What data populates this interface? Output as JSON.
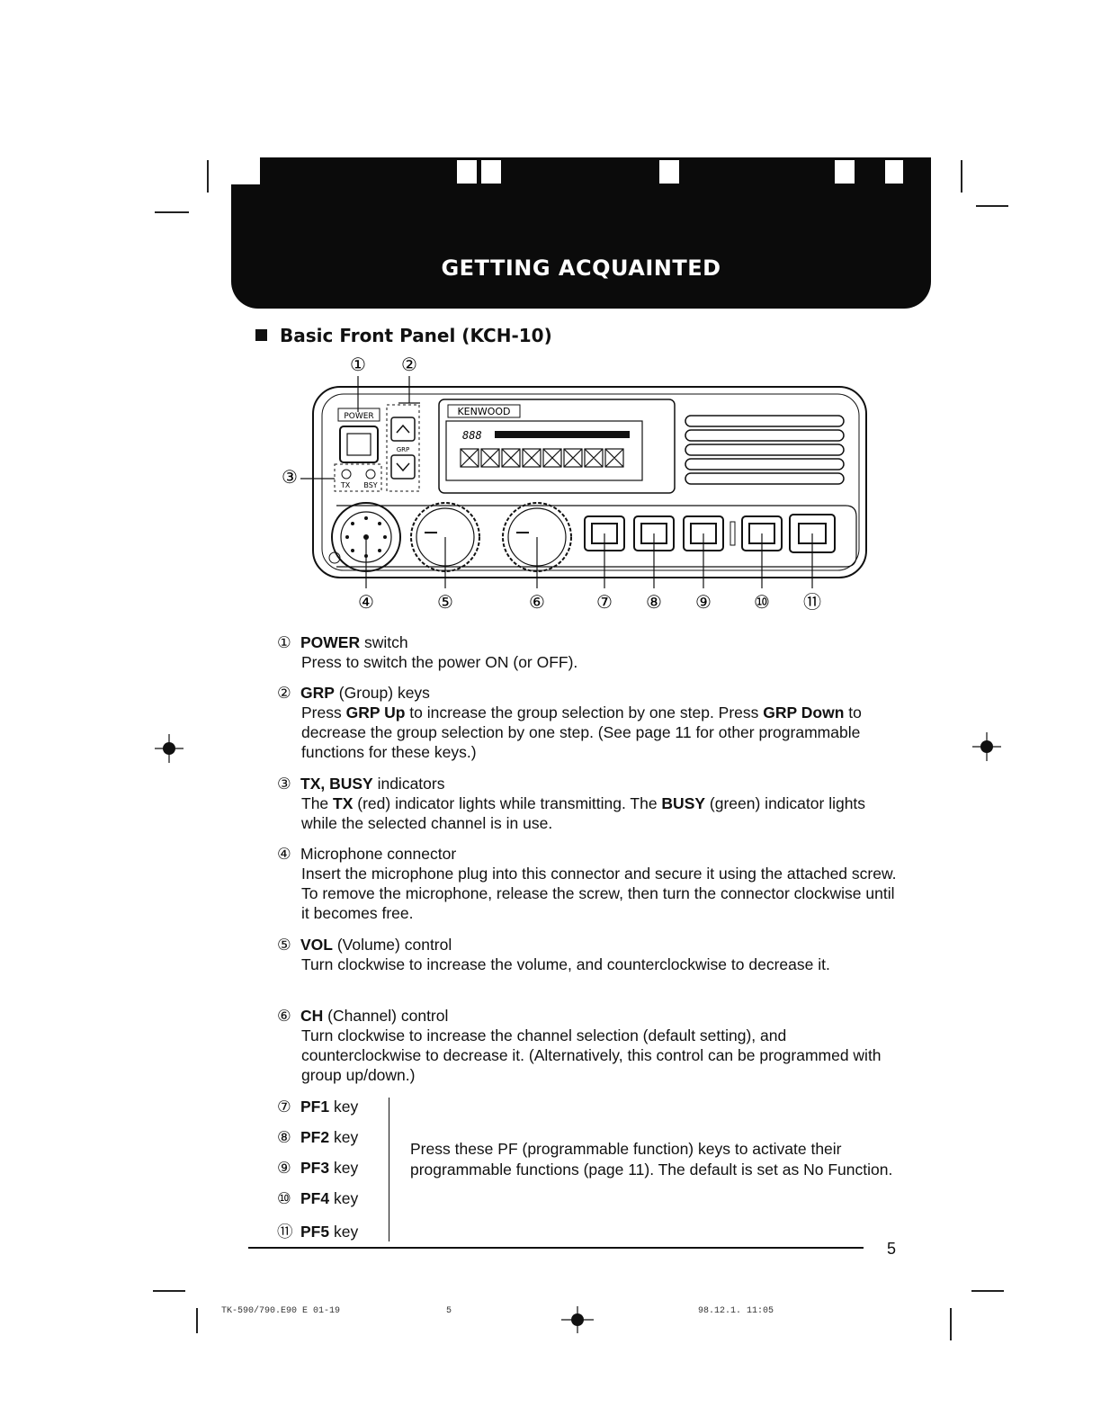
{
  "header": {
    "title": "GETTING ACQUAINTED"
  },
  "section": {
    "title": "Basic Front Panel (KCH-10)"
  },
  "panel": {
    "brand": "KENWOOD",
    "labels": {
      "power": "POWER",
      "grp": "GRP",
      "tx": "TX",
      "busy": "BSY",
      "display_digits": "888"
    },
    "callouts": [
      "①",
      "②",
      "③",
      "④",
      "⑤",
      "⑥",
      "⑦",
      "⑧",
      "⑨",
      "⑩",
      "⑪"
    ]
  },
  "items": [
    {
      "num": "①",
      "title_bold": "POWER",
      "title_rest": " switch",
      "desc": "Press to switch the power ON (or OFF)."
    },
    {
      "num": "②",
      "title_bold": "GRP",
      "title_rest": " (Group) keys",
      "desc_parts": [
        "Press ",
        "GRP Up",
        " to increase the group selection by one step.  Press ",
        "GRP Down",
        " to decrease the group selection by one step.  (See page 11 for other programmable functions for these keys.)"
      ]
    },
    {
      "num": "③",
      "title_bold": "TX, BUSY",
      "title_rest": " indicators",
      "desc_parts": [
        "The ",
        "TX",
        " (red) indicator lights while transmitting.  The ",
        "BUSY",
        " (green) indicator lights while the selected channel is in use."
      ]
    },
    {
      "num": "④",
      "title_bold": "",
      "title_rest": "Microphone connector",
      "desc": "Insert the microphone plug into this connector and secure it using the attached screw.  To remove the microphone, release the screw, then turn the connector clockwise until it becomes free."
    },
    {
      "num": "⑤",
      "title_bold": "VOL",
      "title_rest": " (Volume) control",
      "desc": "Turn clockwise to increase the volume, and counterclockwise to decrease it."
    },
    {
      "num": "⑥",
      "title_bold": "CH",
      "title_rest": " (Channel) control",
      "desc": "Turn clockwise to increase the channel selection (default setting), and counterclockwise to decrease it.  (Alternatively, this control can be programmed with group up/down.)"
    }
  ],
  "pf_keys": [
    {
      "num": "⑦",
      "label": "PF1",
      "suffix": " key"
    },
    {
      "num": "⑧",
      "label": "PF2",
      "suffix": " key"
    },
    {
      "num": "⑨",
      "label": "PF3",
      "suffix": " key"
    },
    {
      "num": "⑩",
      "label": "PF4",
      "suffix": " key"
    },
    {
      "num": "⑪",
      "label": "PF5",
      "suffix": " key"
    }
  ],
  "pf_description": "Press these PF (programmable function) keys to activate their programmable functions (page 11).  The default is set as No Function.",
  "page_number": "5",
  "footer": {
    "left": "TK-590/790.E90 E 01-19",
    "middle": "5",
    "right": "98.12.1. 11:05"
  }
}
